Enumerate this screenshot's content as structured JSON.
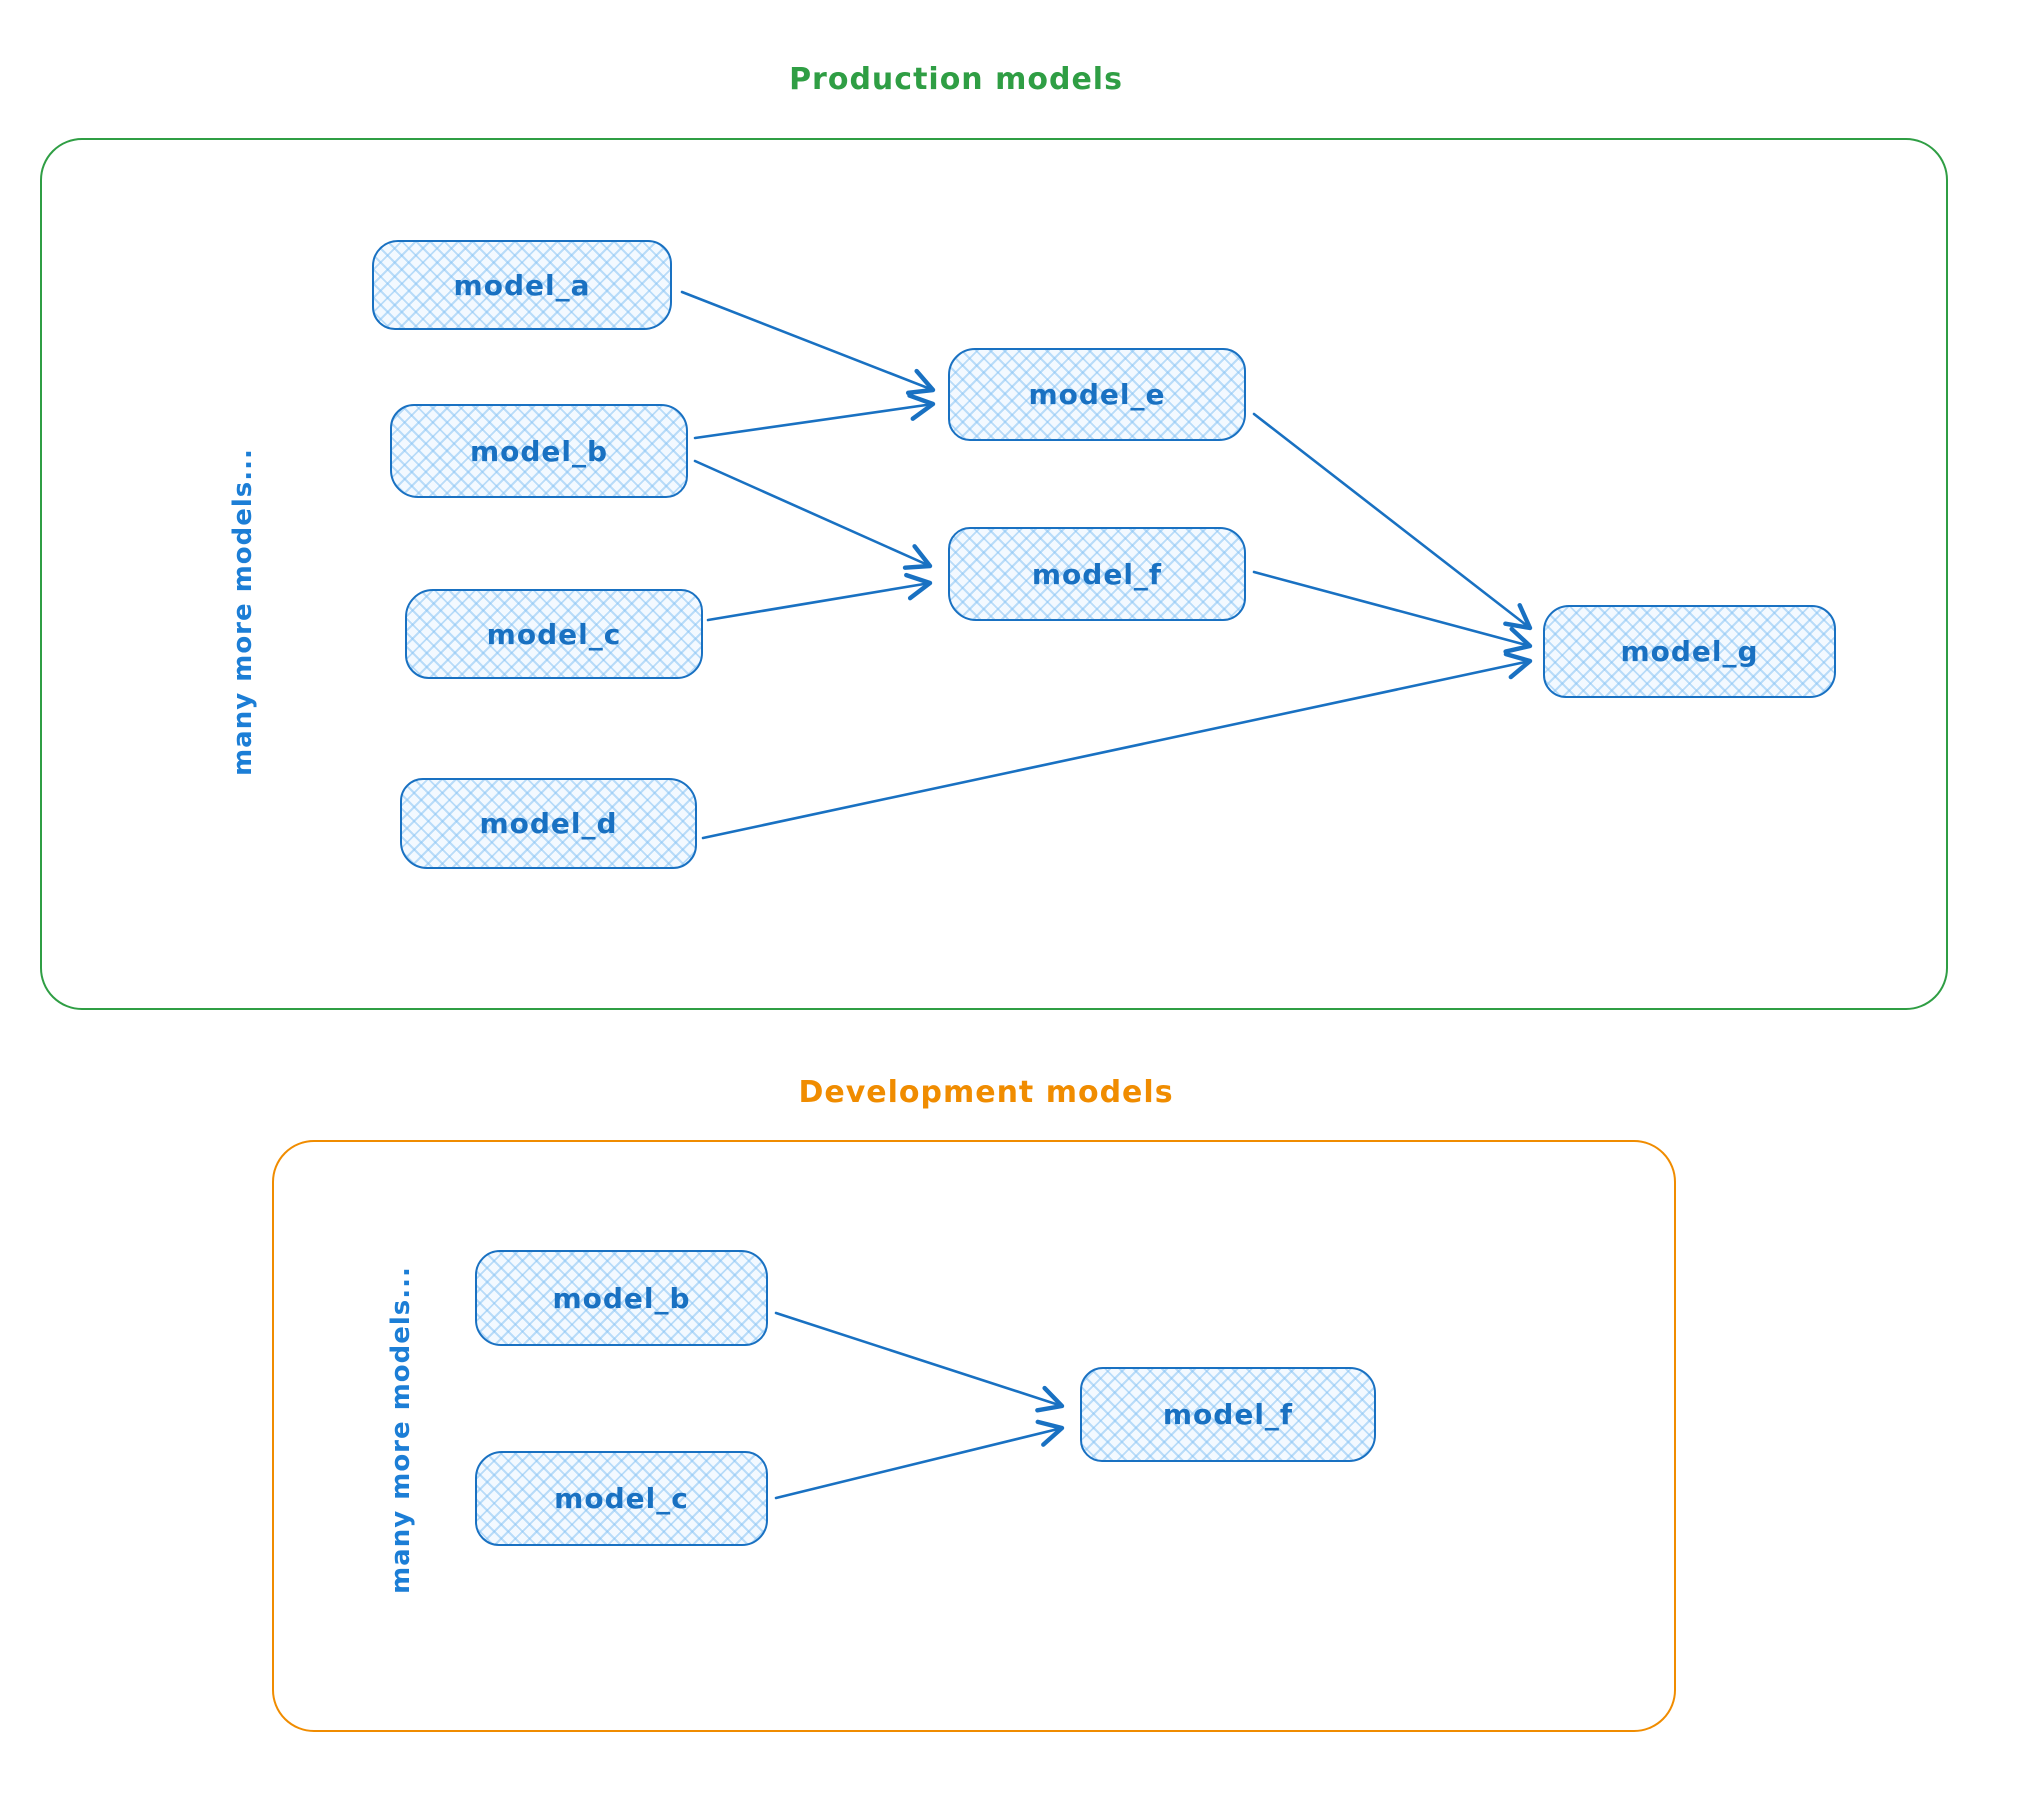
{
  "production": {
    "title": "Production models",
    "side_label": "many more models...",
    "nodes": {
      "a": "model_a",
      "b": "model_b",
      "c": "model_c",
      "d": "model_d",
      "e": "model_e",
      "f": "model_f",
      "g": "model_g"
    },
    "edges": [
      {
        "from": "model_a",
        "to": "model_e"
      },
      {
        "from": "model_b",
        "to": "model_e"
      },
      {
        "from": "model_b",
        "to": "model_f"
      },
      {
        "from": "model_c",
        "to": "model_f"
      },
      {
        "from": "model_d",
        "to": "model_g"
      },
      {
        "from": "model_e",
        "to": "model_g"
      },
      {
        "from": "model_f",
        "to": "model_g"
      }
    ]
  },
  "development": {
    "title": "Development models",
    "side_label": "many more models...",
    "nodes": {
      "b": "model_b",
      "c": "model_c",
      "f": "model_f"
    },
    "edges": [
      {
        "from": "model_b",
        "to": "model_f"
      },
      {
        "from": "model_c",
        "to": "model_f"
      }
    ]
  },
  "colors": {
    "production_accent": "#2f9e44",
    "development_accent": "#f08c00",
    "node_stroke": "#1971c2",
    "node_fill_tint": "#d3e9fc"
  }
}
